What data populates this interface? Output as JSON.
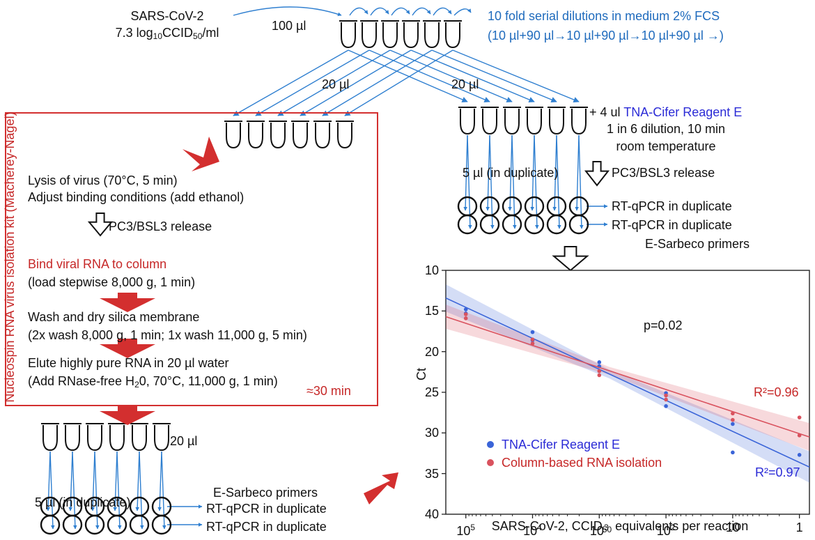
{
  "colors": {
    "red": "#d32f2f",
    "blue": "#1f6bbd",
    "navy": "#2b2bd6",
    "series_blue": "#3a64d8",
    "series_red": "#d9525e"
  },
  "top": {
    "virus_name": "SARS-CoV-2",
    "virus_titer_pre": "7.3 log",
    "virus_titer_sub1": "10",
    "virus_titer_mid": "CCID",
    "virus_titer_sub2": "50",
    "virus_titer_post": "/ml",
    "volume_100": "100 µl",
    "dilution_line1": "10 fold serial dilutions in medium 2% FCS",
    "dilution_line2": "(10 µl+90 µl→10 µl+90 µl→10 µl+90 µl →)",
    "volume_20_left": "20 µl",
    "volume_20_right": "20 µl"
  },
  "left_box": {
    "side_label": "Nucleospin RNA virus isolation kit (Macherey-Nagel)",
    "lysis_line1": "Lysis of virus (70°C, 5 min)",
    "lysis_line2": "Adjust binding conditions (add ethanol)",
    "release": "PC3/BSL3 release",
    "bind_title": "Bind viral RNA to column",
    "bind_detail": "(load stepwise 8,000 g, 1 min)",
    "wash_title": "Wash and dry silica membrane",
    "wash_detail": "(2x wash 8,000 g, 1 min; 1x wash 11,000 g, 5 min)",
    "elute_title": "Elute highly pure RNA in 20 µl water",
    "elute_detail_pre": "(Add RNase-free H",
    "elute_detail_sub": "2",
    "elute_detail_post": "0, 70°C, 11,000 g, 1 min)",
    "volume_20": "20 µl",
    "time": "≈30 min"
  },
  "left_bottom": {
    "dup_volume": "5 µl (in duplicate)",
    "primers": "E-Sarbeco primers",
    "rtqpcr1": "RT-qPCR in duplicate",
    "rtqpcr2": "RT-qPCR in duplicate"
  },
  "right_top": {
    "reagent_prefix": "+ 4 ul ",
    "reagent_name": "TNA-Cifer Reagent E",
    "reagent_line2": "1 in 6 dilution, 10 min",
    "reagent_line3": "room temperature",
    "dup_volume": "5 µl (in duplicate)",
    "release": "PC3/BSL3 release",
    "rtqpcr1": "RT-qPCR in duplicate",
    "rtqpcr2": "RT-qPCR in duplicate",
    "primers": "E-Sarbeco primers"
  },
  "chart_data": {
    "type": "scatter",
    "xlabel_pre": "SARS-CoV-2, CCID",
    "xlabel_sub": "50",
    "xlabel_post": " equivalents per reaction",
    "ylabel": "Ct",
    "x_ticks": [
      {
        "base": "10",
        "exp": "5",
        "v": 5
      },
      {
        "base": "10",
        "exp": "4",
        "v": 4
      },
      {
        "base": "10",
        "exp": "3",
        "v": 3
      },
      {
        "base": "10",
        "exp": "2",
        "v": 2
      },
      {
        "base": "10",
        "exp": "",
        "v": 1
      },
      {
        "base": "1",
        "exp": "",
        "v": 0
      }
    ],
    "x_log10_range": [
      5.3,
      -0.15
    ],
    "y_ticks": [
      "10",
      "15",
      "20",
      "25",
      "30",
      "35",
      "40"
    ],
    "ylim": [
      10,
      40
    ],
    "y_inverted": true,
    "p_value": "p=0.02",
    "series": [
      {
        "name": "TNA-Cifer Reagent E",
        "color": "#3a64d8",
        "r2": "R²=0.97",
        "points": [
          [
            5,
            14.8
          ],
          [
            5,
            15.3
          ],
          [
            4,
            17.6
          ],
          [
            4,
            18.6
          ],
          [
            3,
            21.3
          ],
          [
            3,
            21.8
          ],
          [
            2,
            25.1
          ],
          [
            2,
            26.7
          ],
          [
            1,
            28.9
          ],
          [
            1,
            32.4
          ],
          [
            0,
            32.7
          ]
        ],
        "fit": [
          [
            5.3,
            13.4
          ],
          [
            -0.15,
            34.2
          ]
        ]
      },
      {
        "name": "Column-based RNA isolation",
        "color": "#d9525e",
        "r2": "R²=0.96",
        "points": [
          [
            5,
            15.4
          ],
          [
            5,
            15.9
          ],
          [
            4,
            18.5
          ],
          [
            4,
            19.0
          ],
          [
            3,
            22.4
          ],
          [
            3,
            22.9
          ],
          [
            2,
            25.4
          ],
          [
            2,
            25.9
          ],
          [
            1,
            27.6
          ],
          [
            1,
            28.4
          ],
          [
            0,
            28.1
          ],
          [
            0,
            30.3
          ]
        ],
        "fit": [
          [
            5.3,
            15.7
          ],
          [
            -0.15,
            30.5
          ]
        ]
      }
    ]
  }
}
